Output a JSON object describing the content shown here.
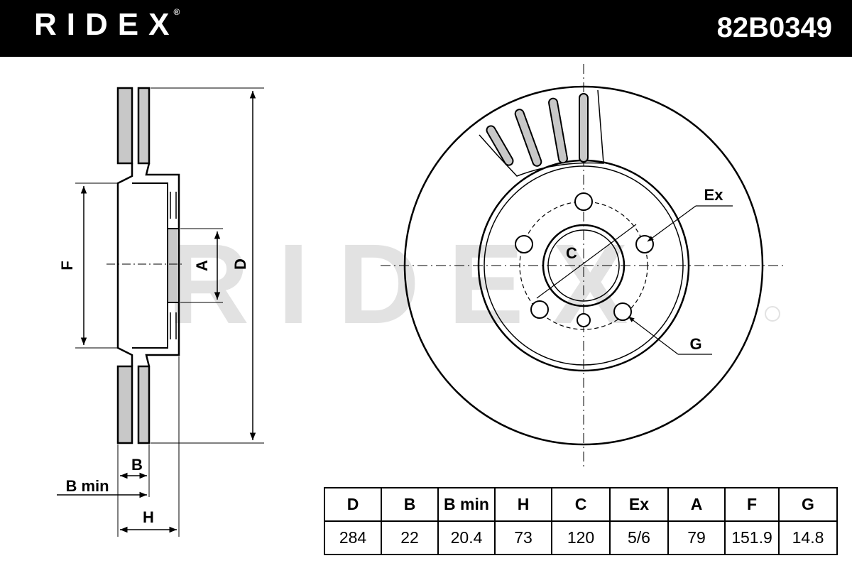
{
  "brand": {
    "name": "RIDEX",
    "registered_mark": "®"
  },
  "part_number": "82B0349",
  "watermark": "RIDEX",
  "labels": {
    "side": {
      "F": "F",
      "A": "A",
      "D": "D",
      "B": "B",
      "B_min": "B min",
      "H": "H"
    },
    "front": {
      "C": "C",
      "Ex": "Ex",
      "G": "G"
    }
  },
  "spec_table": {
    "headers": [
      "D",
      "B",
      "B min",
      "H",
      "C",
      "Ex",
      "A",
      "F",
      "G"
    ],
    "values": [
      "284",
      "22",
      "20.4",
      "73",
      "120",
      "5/6",
      "79",
      "151.9",
      "14.8"
    ]
  }
}
